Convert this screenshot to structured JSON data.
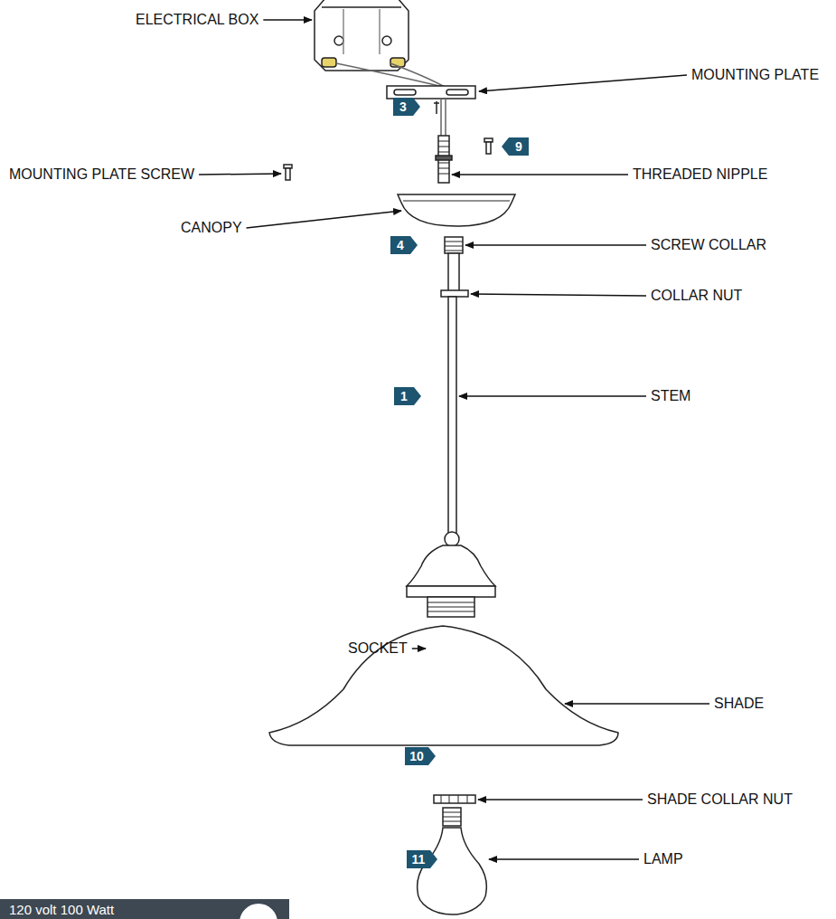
{
  "diagram": {
    "nodes": [
      {
        "text": [
          "120 volt 100 Watt"
        ]
      }
    ],
    "labels": [
      "ELECTRICAL BOX",
      "MOUNTING PLATE",
      "3",
      "9",
      "MOUNTING PLATE SCREW",
      "THREADED NIPPLE",
      "CANOPY",
      "4",
      "SCREW COLLAR",
      "COLLAR NUT",
      "1",
      "STEM",
      "SOCKET",
      "SHADE",
      "10",
      "SHADE COLLAR NUT",
      "11",
      "LAMP"
    ]
  }
}
